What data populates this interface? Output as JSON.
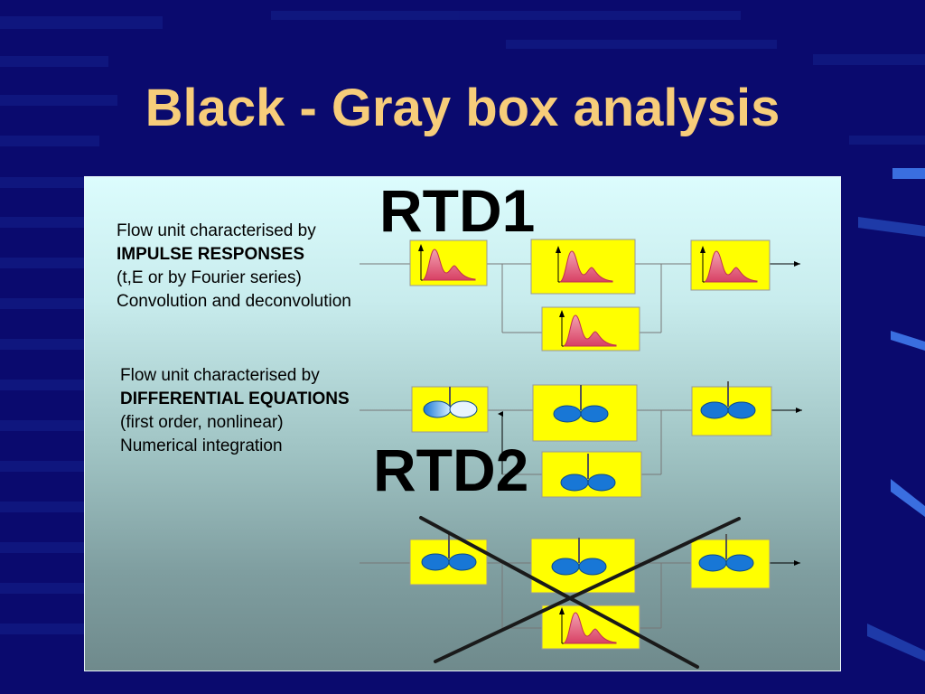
{
  "slide": {
    "title": "Black - Gray box analysis",
    "rtd1_label": "RTD1",
    "rtd2_label": "RTD2",
    "impulse": {
      "line1": "Flow unit characterised by",
      "line2": "IMPULSE RESPONSES",
      "line3": "(t,E or by Fourier series)",
      "line4": "Convolution and deconvolution"
    },
    "differential": {
      "line1": "Flow unit characterised by",
      "line2": "DIFFERENTIAL EQUATIONS",
      "line3": "(first order, nonlinear)",
      "line4": "Numerical integration"
    }
  },
  "colors": {
    "background": "#0a0a6e",
    "title": "#f7cd7a",
    "box_fill": "#ffff00",
    "peak_fill": "#e8607a",
    "vessel_fill": "#1877d6",
    "cross": "#1a1a1a"
  },
  "icons": {
    "impulse_response": "rtd-curve-icon",
    "stirred_tank": "stirred-tank-icon"
  }
}
